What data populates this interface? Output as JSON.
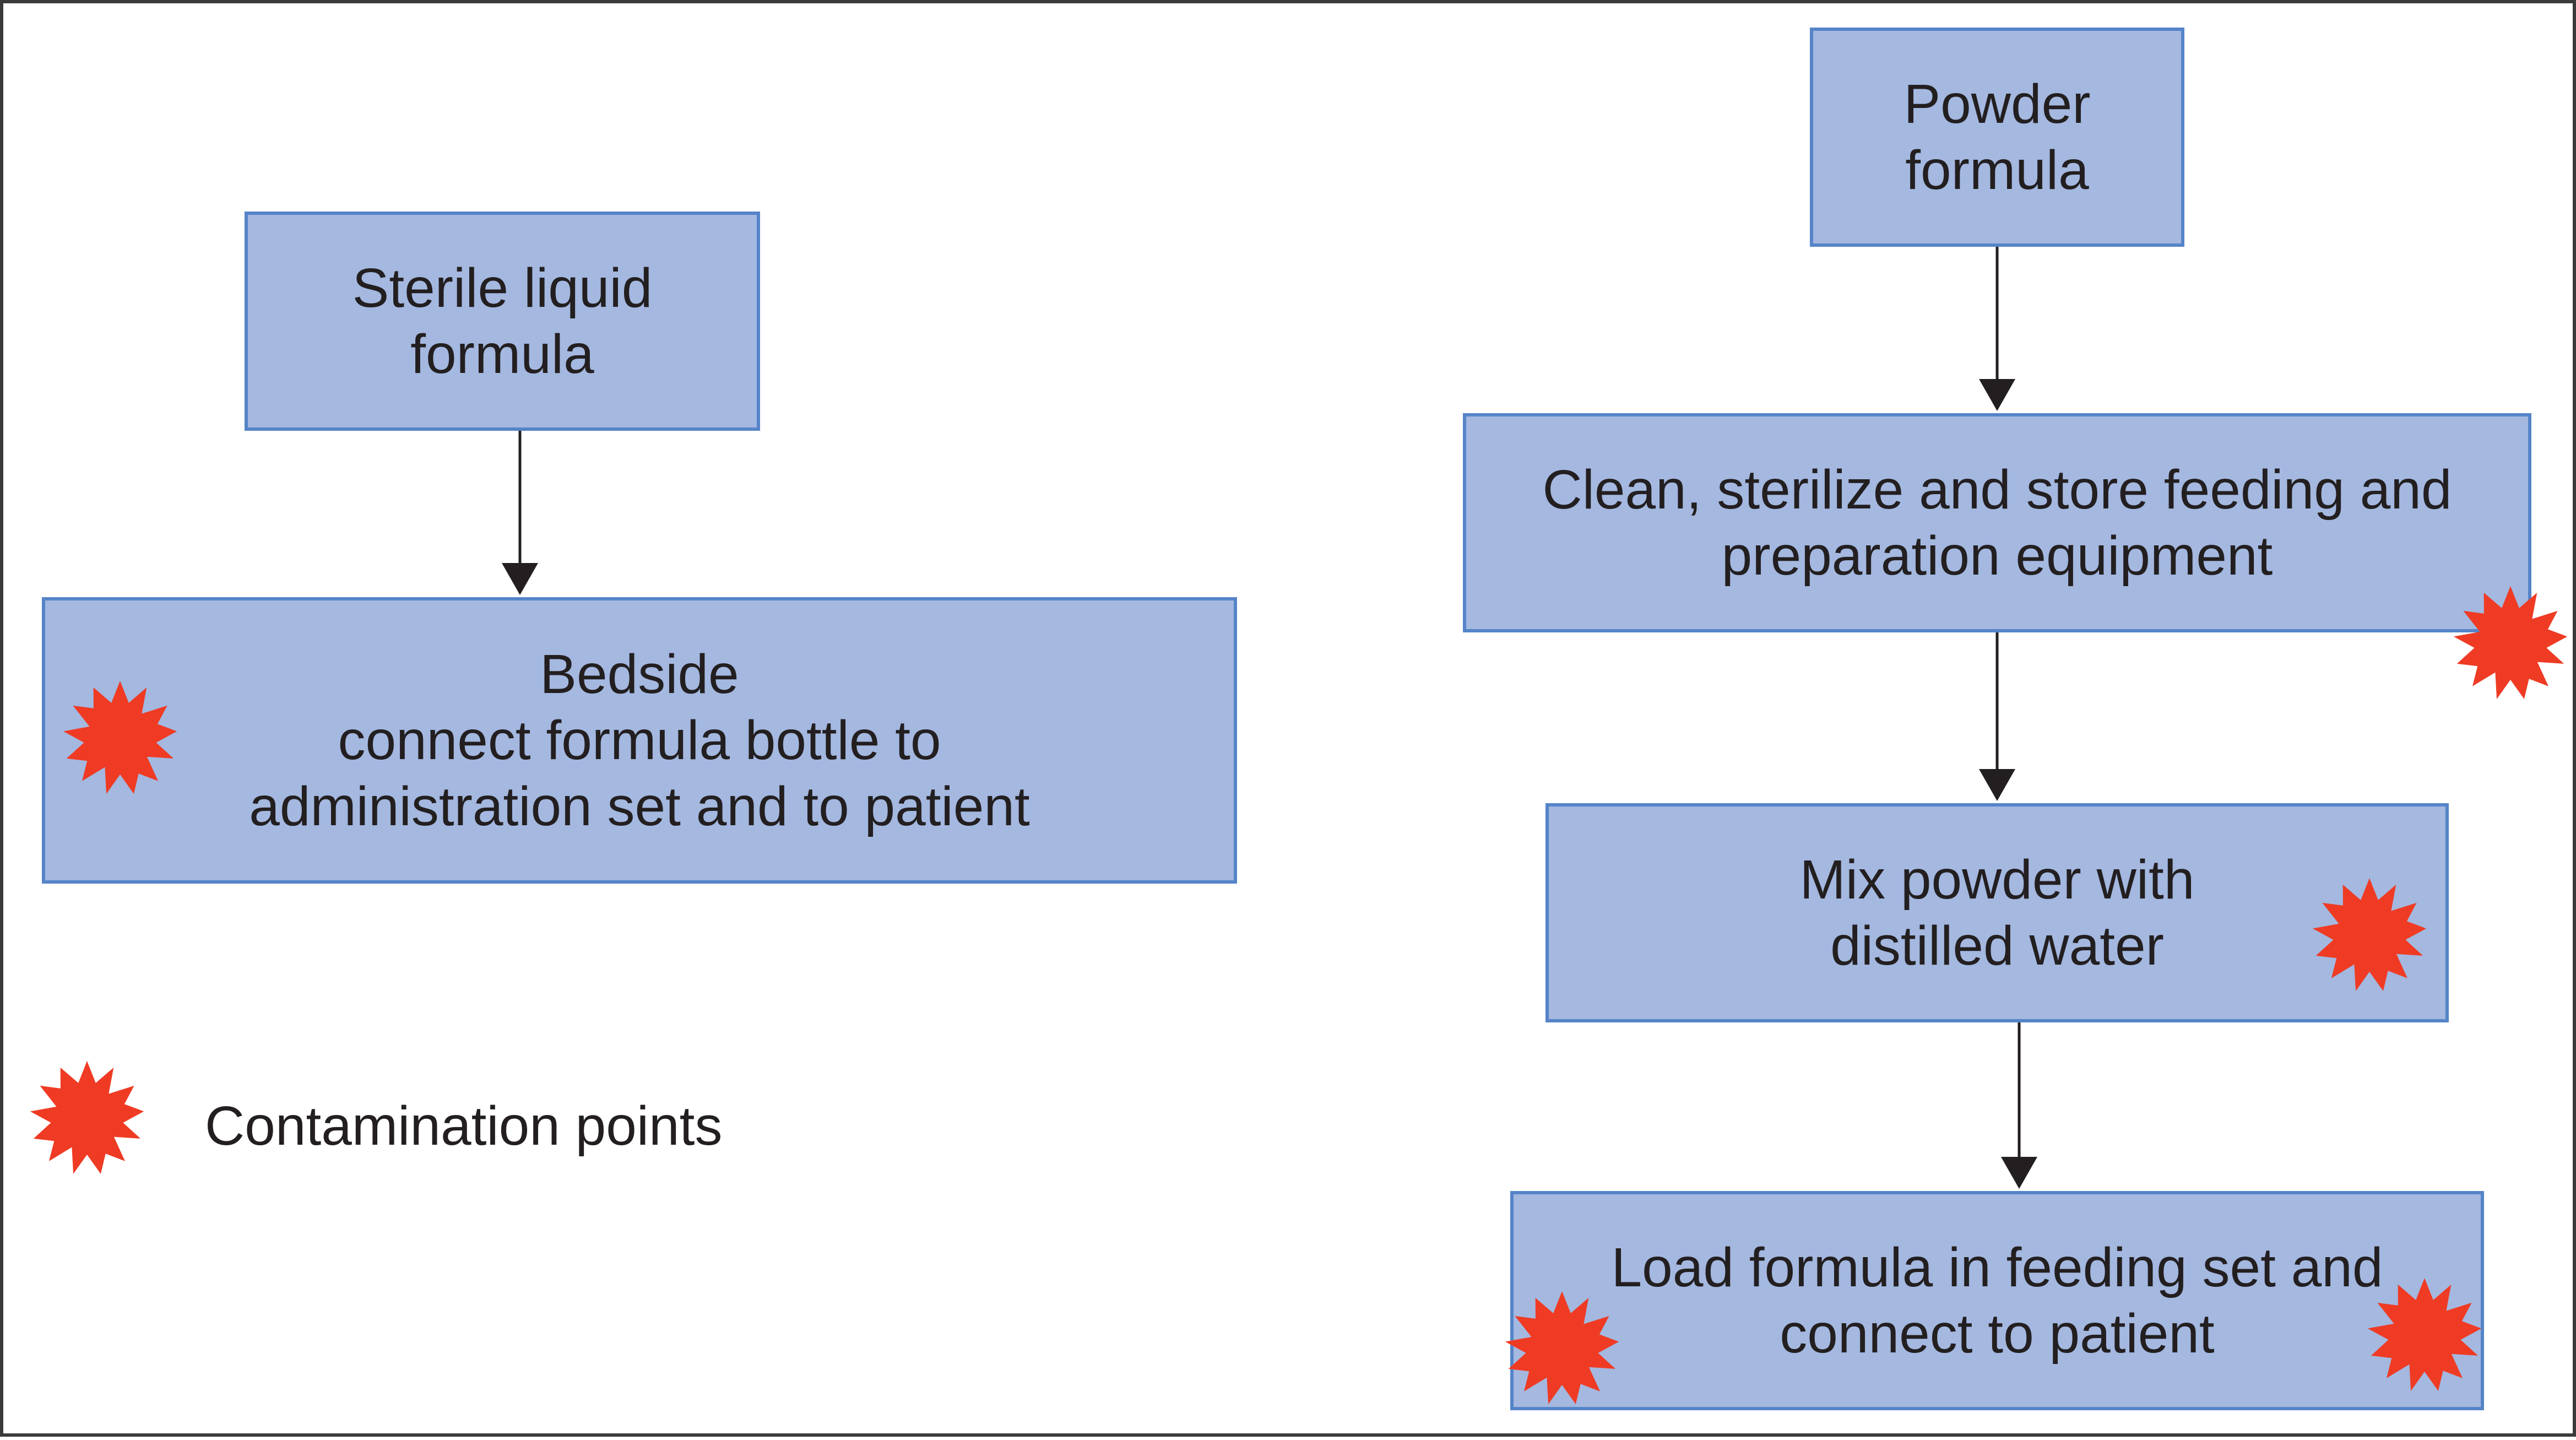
{
  "colors": {
    "box_fill": "#a4b8e0",
    "box_border": "#5584c8",
    "arrow": "#231f20",
    "contamination_marker": "#ef3b24"
  },
  "left_flow": {
    "sterile_liquid": {
      "line1": "Sterile liquid",
      "line2": "formula"
    },
    "bedside": {
      "line1": "Bedside",
      "line2": "connect formula bottle to",
      "line3": "administration set and to patient"
    }
  },
  "right_flow": {
    "powder": {
      "line1": "Powder",
      "line2": "formula"
    },
    "clean_sterilize": {
      "line1": "Clean, sterilize and store feeding and",
      "line2": "preparation equipment"
    },
    "mix_powder": {
      "line1": "Mix powder with",
      "line2": "distilled water"
    },
    "load_formula": {
      "line1": "Load formula in feeding set and",
      "line2": "connect to patient"
    }
  },
  "legend": {
    "icon": "contamination-star-icon",
    "label": "Contamination points"
  }
}
